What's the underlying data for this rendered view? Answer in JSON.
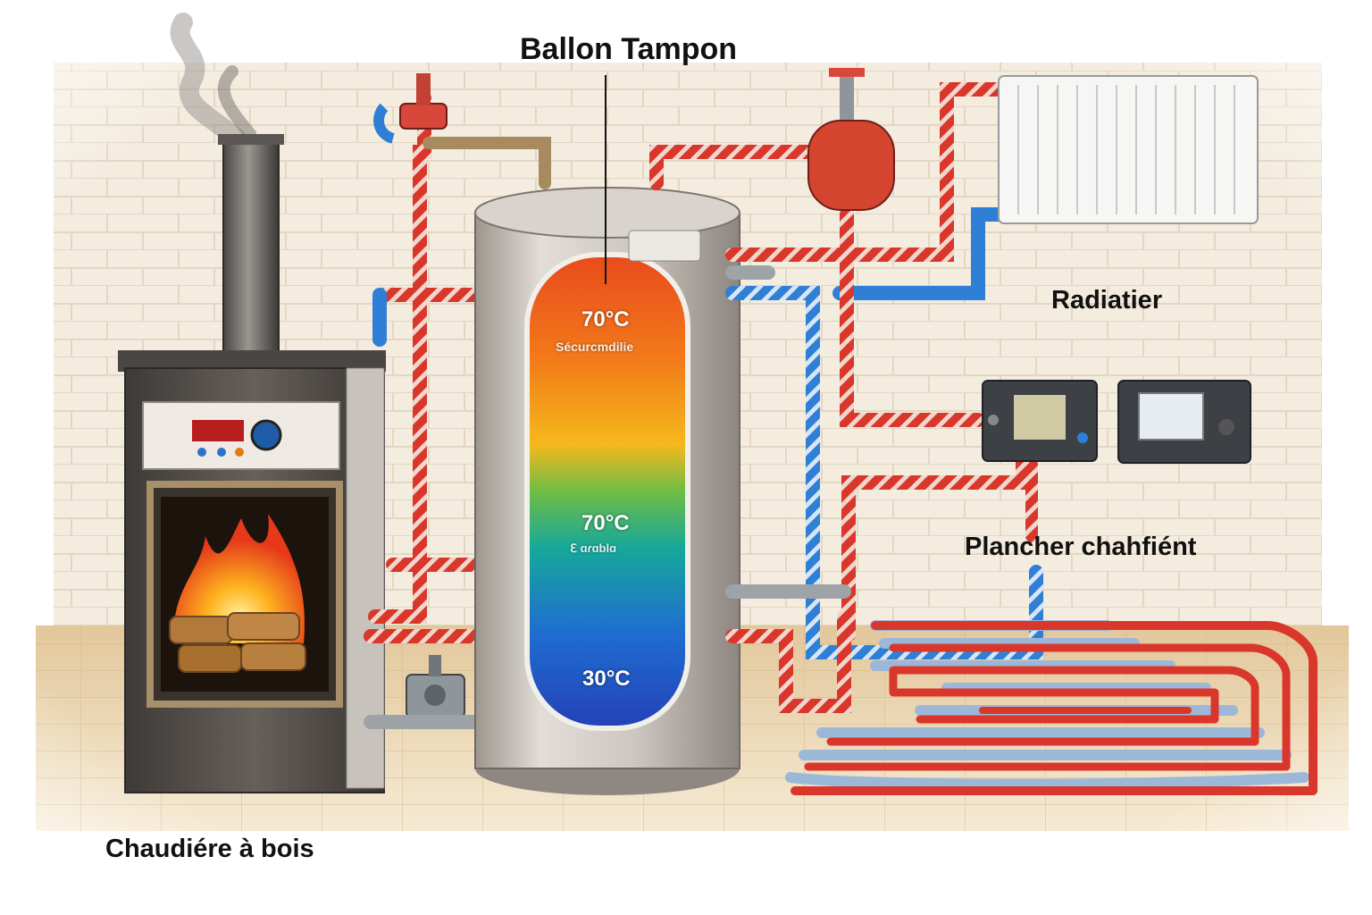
{
  "labels": {
    "title": "Ballon Tampon",
    "radiator": "Radiatier",
    "floor_heating": "Plancher chahfiént",
    "boiler": "Chaudiére à bois"
  },
  "tank": {
    "top_temp": "70°C",
    "top_sub": "Sécurcmdilie",
    "mid_temp": "70°C",
    "mid_sub": "ℇ ɑɾɑblɑ",
    "bottom_temp": "30°C"
  },
  "colors": {
    "hot_pipe": "#d9372b",
    "cold_pipe": "#2f7fd6",
    "tank_steel": "#c9c4be",
    "boiler_body": "#5b5652",
    "wall": "#f4ecdf",
    "floor": "#e8cfa4"
  },
  "icons": [
    "chimney-icon",
    "fire-icon",
    "wood-logs-icon",
    "pump-icon",
    "expansion-vessel-icon",
    "controller-icon",
    "gauge-icon"
  ]
}
